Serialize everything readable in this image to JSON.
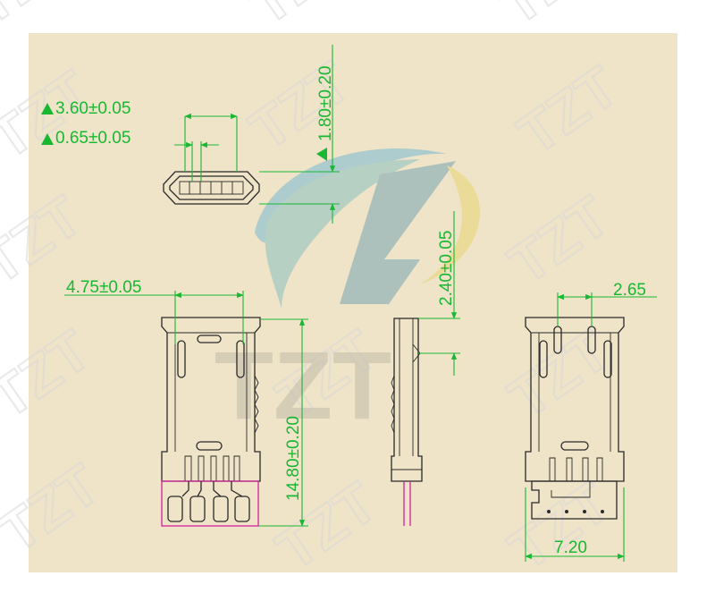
{
  "watermark": {
    "text": "TZT"
  },
  "logo": {
    "text": "TZT"
  },
  "dimensions": {
    "width_total": "3.60±0.05",
    "pitch": "0.65±0.05",
    "height": "1.80±0.20",
    "plug_width": "4.75±0.05",
    "length": "14.80±0.20",
    "side_offset": "2.40±0.05",
    "rear_spacing": "2.65",
    "rear_width": "7.20"
  },
  "colors": {
    "paper": "#efe3c8",
    "dimension": "#19b832",
    "outline": "#2a2a2a",
    "pads": "#d0219a"
  }
}
